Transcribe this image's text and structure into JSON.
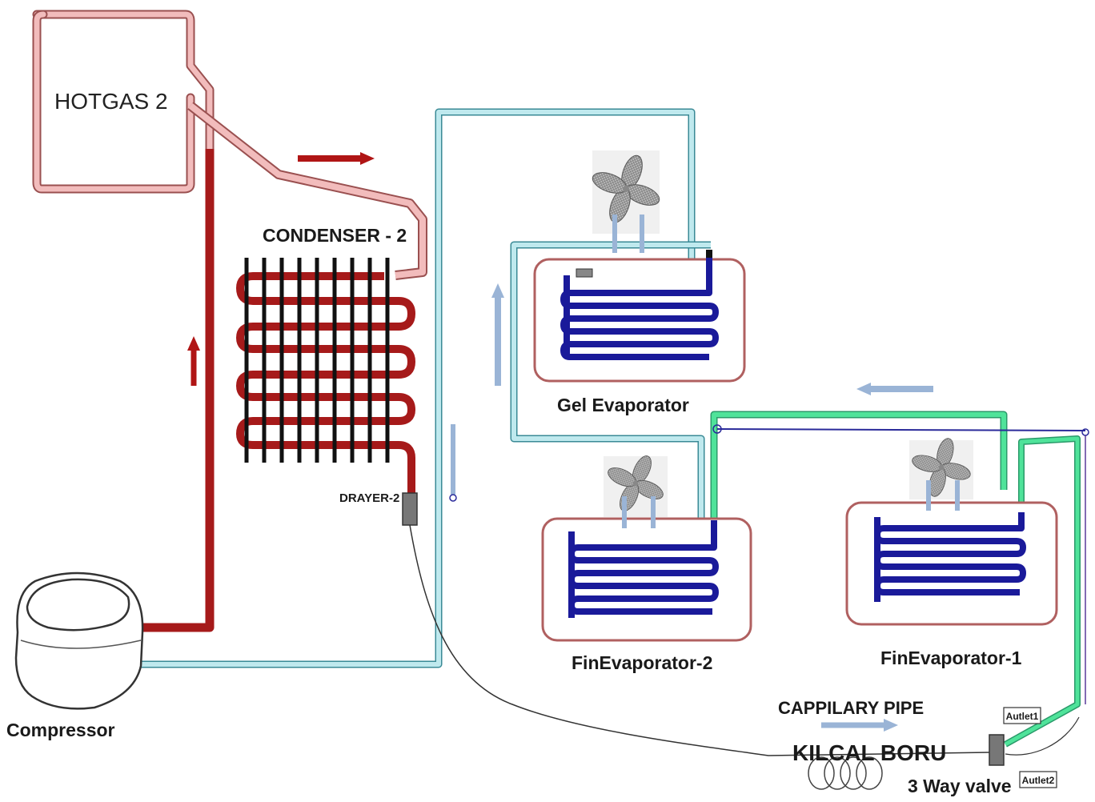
{
  "labels": {
    "hotgas": "HOTGAS 2",
    "condenser": "CONDENSER - 2",
    "drayer": "DRAYER-2",
    "compressor": "Compressor",
    "gel_evaporator": "Gel Evaporator",
    "fin_evaporator_2": "FinEvaporator-2",
    "fin_evaporator_1": "FinEvaporator-1",
    "cappilary_pipe": "CAPPILARY PIPE",
    "kilcal_boru": "KILCAL BORU",
    "three_way_valve": "3 Way valve",
    "outlet1": "Autlet1",
    "outlet2": "Autlet2"
  },
  "colors": {
    "hot_pipe": "#a61a1a",
    "hotgas_pipe": "#f2bcbc",
    "suction_pipe": "#bfe9ee",
    "green_pipe": "#4fe39a",
    "coil": "#1a1a9a",
    "evaporator_box": "#b06060",
    "arrow_red": "#b01515",
    "arrow_blue": "#9ab4d6"
  }
}
